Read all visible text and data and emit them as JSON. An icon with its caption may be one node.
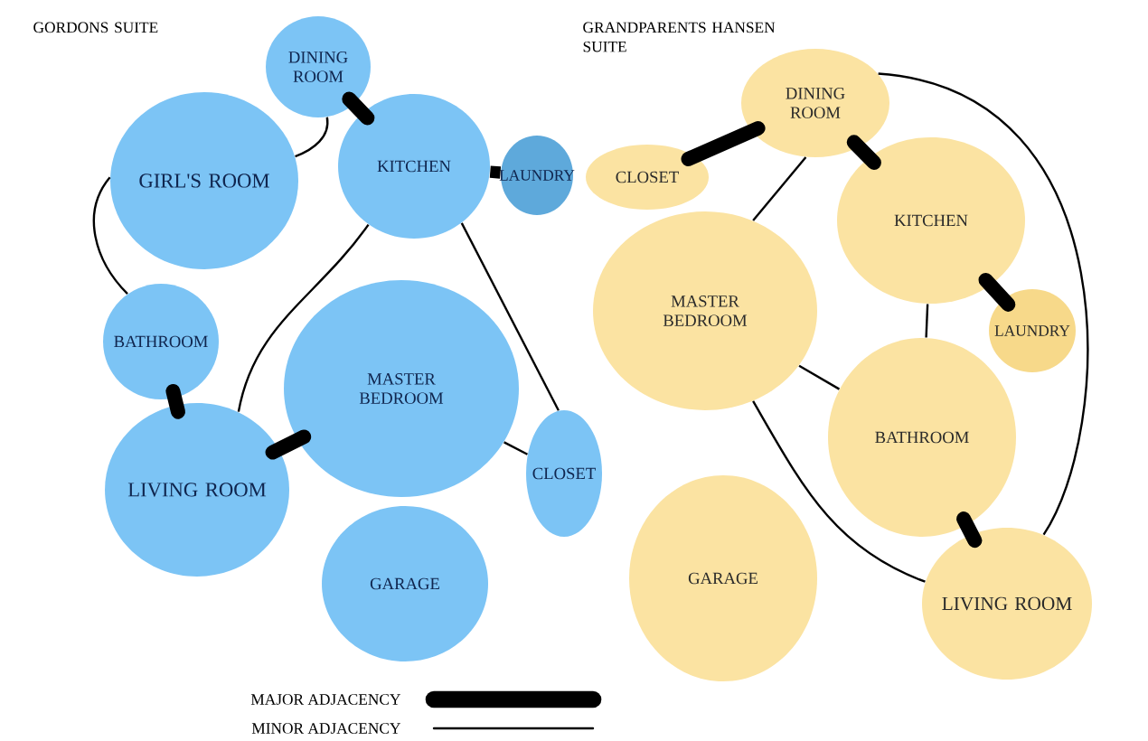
{
  "diagram": {
    "nodes": [
      {
        "text": [
          "DINING ROOM"
        ]
      },
      {
        "text": [
          "GIRL'S ROOM"
        ]
      },
      {
        "text": [
          "KITCHEN"
        ]
      },
      {
        "text": [
          "LAUNDRY"
        ]
      },
      {
        "text": [
          "BATHROOM"
        ]
      },
      {
        "text": [
          "MASTER BEDROOM"
        ]
      },
      {
        "text": [
          "LIVING ROOM"
        ]
      },
      {
        "text": [
          "CLOSET"
        ]
      },
      {
        "text": [
          "GARAGE"
        ]
      },
      {
        "text": [
          "DINING ROOM"
        ]
      },
      {
        "text": [
          "CLOSET"
        ]
      },
      {
        "text": [
          "KITCHEN"
        ]
      },
      {
        "text": [
          "MASTER BEDROOM"
        ]
      },
      {
        "text": [
          "LAUNDRY"
        ]
      },
      {
        "text": [
          "BATHROOM"
        ]
      },
      {
        "text": [
          "GARAGE"
        ]
      },
      {
        "text": [
          "LIVING ROOM"
        ]
      }
    ],
    "edges": [
      {
        "from": 0,
        "to": 2,
        "arrow": "none",
        "style": "thick"
      },
      {
        "from": 0,
        "to": 1,
        "arrow": "none"
      },
      {
        "from": 2,
        "to": 3,
        "arrow": "none",
        "style": "thick"
      },
      {
        "from": 1,
        "to": 4,
        "arrow": "none"
      },
      {
        "from": 4,
        "to": 6,
        "arrow": "none",
        "style": "thick"
      },
      {
        "from": 6,
        "to": 5,
        "arrow": "none",
        "style": "thick"
      },
      {
        "from": 2,
        "to": 6,
        "arrow": "none"
      },
      {
        "from": 2,
        "to": 7,
        "arrow": "none"
      },
      {
        "from": 5,
        "to": 7,
        "arrow": "none"
      },
      {
        "from": 9,
        "to": 10,
        "arrow": "none",
        "style": "thick"
      },
      {
        "from": 9,
        "to": 11,
        "arrow": "none",
        "style": "thick"
      },
      {
        "from": 9,
        "to": 12,
        "arrow": "none"
      },
      {
        "from": 9,
        "to": 16,
        "arrow": "none"
      },
      {
        "from": 11,
        "to": 13,
        "arrow": "none",
        "style": "thick"
      },
      {
        "from": 11,
        "to": 14,
        "arrow": "none"
      },
      {
        "from": 12,
        "to": 14,
        "arrow": "none"
      },
      {
        "from": 12,
        "to": 16,
        "arrow": "none"
      },
      {
        "from": 14,
        "to": 16,
        "arrow": "none",
        "style": "thick"
      }
    ],
    "labels": [
      "GORDONS SUITE",
      "GRANDPARENTS HANSEN SUITE"
    ],
    "legend": [
      {
        "text": "MAJOR ADJACENCY"
      },
      {
        "text": "MINOR ADJACENCY"
      }
    ]
  }
}
